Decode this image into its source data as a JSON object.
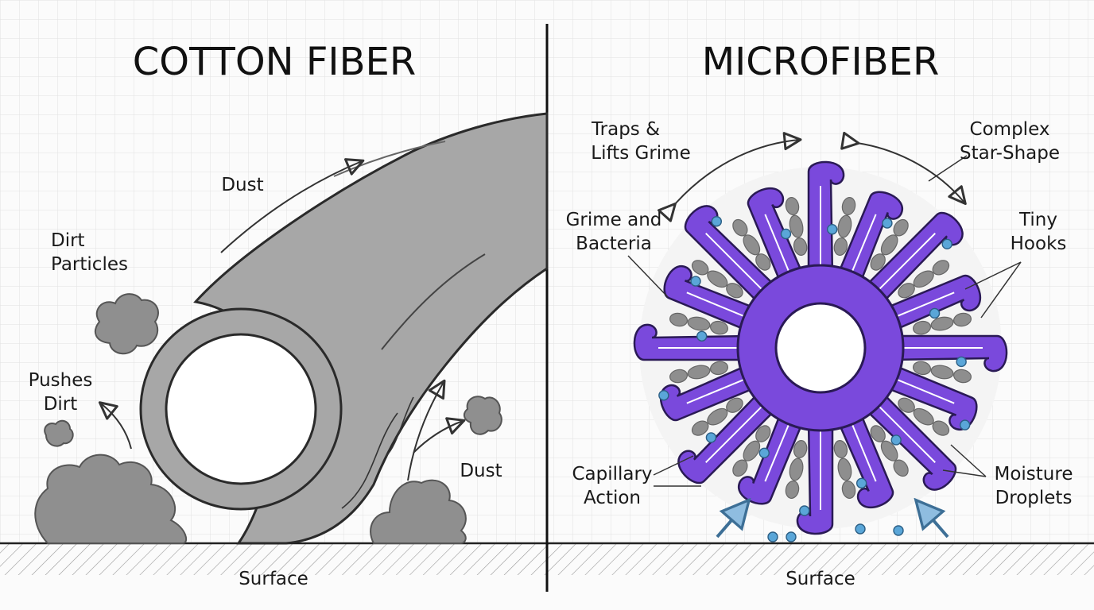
{
  "left_panel": {
    "title": "COTTON FIBER",
    "labels": {
      "dust_top": "Dust",
      "dirt_particles": [
        "Dirt",
        "Particles"
      ],
      "pushes_dirt": [
        "Pushes",
        "Dirt"
      ],
      "dust_right": "Dust",
      "surface": "Surface"
    }
  },
  "right_panel": {
    "title": "MICROFIBER",
    "labels": {
      "traps": [
        "Traps &",
        "Lifts Grime"
      ],
      "complex": [
        "Complex",
        "Star-Shape"
      ],
      "grime": [
        "Grime and",
        "Bacteria"
      ],
      "hooks": [
        "Tiny",
        "Hooks"
      ],
      "capillary": [
        "Capillary",
        "Action"
      ],
      "moisture": [
        "Moisture",
        "Droplets"
      ],
      "surface": "Surface"
    }
  },
  "colors": {
    "fiber_gray": "#a3a3a3",
    "dirt_gray": "#8e8e8e",
    "microfiber_purple": "#7a49dc",
    "droplet_blue": "#5aa6d8",
    "grid": "#e3e3e3"
  }
}
